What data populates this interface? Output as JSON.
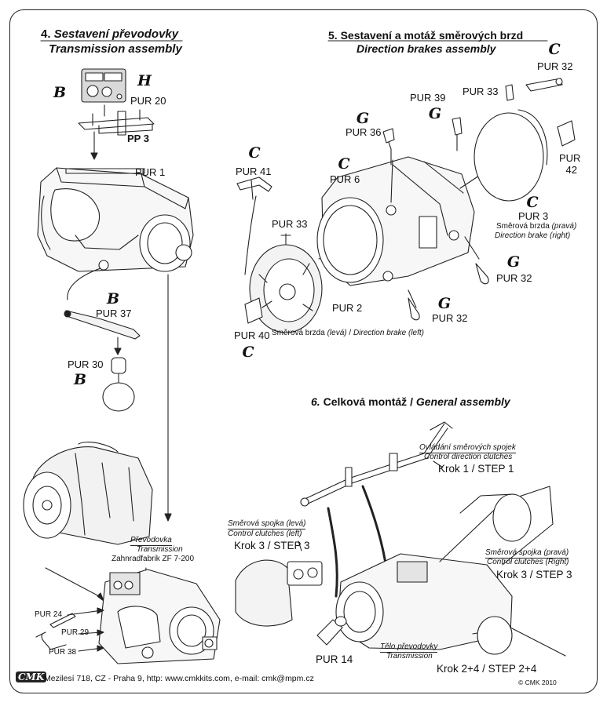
{
  "section4": {
    "title_cz": "Sestavení převodovky",
    "title_num": "4.",
    "title_en": "Transmission assembly"
  },
  "section5": {
    "title_cz": "5. Sestavení a motáž směrových brzd",
    "title_en": "Direction brakes assembly"
  },
  "section6": {
    "title_num": "6.",
    "title_cz": "Celková montáž",
    "title_sep": "/",
    "title_en": "General assembly"
  },
  "badges": {
    "b1": "B",
    "h1": "H",
    "c41": "C",
    "c6": "C",
    "g36": "G",
    "g39": "G",
    "c32": "C",
    "c3": "C",
    "g32a": "G",
    "g32b": "G",
    "c40": "C",
    "b37": "B",
    "b30": "B"
  },
  "parts": {
    "pur20": "PUR 20",
    "pp3": "PP 3",
    "pur1": "PUR 1",
    "pur37": "PUR 37",
    "pur30": "PUR 30",
    "pur41": "PUR 41",
    "pur33a": "PUR 33",
    "pur40": "PUR 40",
    "pur2": "PUR 2",
    "pur6": "PUR 6",
    "pur36": "PUR 36",
    "pur39": "PUR 39",
    "pur33b": "PUR 33",
    "pur32a": "PUR 32",
    "pur42": "PUR\n42",
    "pur42_a": "PUR",
    "pur42_b": "42",
    "pur3": "PUR 3",
    "pur32b": "PUR 32",
    "pur32c": "PUR 32",
    "pur24": "PUR 24",
    "pur29": "PUR  29",
    "pur38": "PUR 38",
    "pur14": "PUR 14"
  },
  "captions": {
    "brake_right_cz": "Směrová brzda",
    "brake_right_cz_it": "(pravá)",
    "brake_right_en": "Direction brake (right)",
    "brake_left_cz": "Směrová brzda",
    "brake_left_cz_it": "(levá)",
    "brake_left_sep": "/",
    "brake_left_en": "Direction brake (left)",
    "transmission_cz": "Převodovka",
    "transmission_en": "Transmission",
    "transmission_maker": "Zahnradfabrik ZF 7-200",
    "ctrl_dir_cz": "Ovládání směrových spojek",
    "ctrl_dir_en": "Control direction clutches",
    "step1": "Krok 1 / STEP 1",
    "clutch_left_cz": "Směrová spojka (levá)",
    "clutch_left_en": "Control clutches (left)",
    "step3_left": "Krok 3 / STEP 3",
    "clutch_right_cz": "Směrová spojka (pravá)",
    "clutch_right_en": "Control clutches (Right)",
    "step3_right": "Krok 3 / STEP 3",
    "body_cz": "Tělo převodovky",
    "body_en": "Transmission",
    "step24": "Krok 2+4 / STEP 2+4"
  },
  "footer": {
    "logo": "CMK",
    "address": "Mezilesí 718, CZ - Praha 9,  http: www.cmkkits.com, e-mail: cmk@mpm.cz",
    "copyright": "© CMK 2010"
  }
}
